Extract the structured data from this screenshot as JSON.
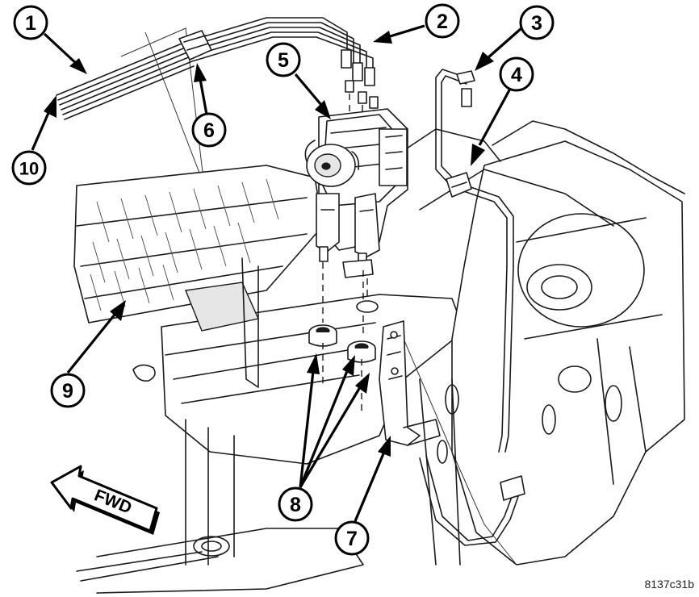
{
  "callouts": [
    {
      "id": "1",
      "label": "1"
    },
    {
      "id": "2",
      "label": "2"
    },
    {
      "id": "3",
      "label": "3"
    },
    {
      "id": "4",
      "label": "4"
    },
    {
      "id": "5",
      "label": "5"
    },
    {
      "id": "6",
      "label": "6"
    },
    {
      "id": "7",
      "label": "7"
    },
    {
      "id": "8",
      "label": "8"
    },
    {
      "id": "9",
      "label": "9"
    },
    {
      "id": "10",
      "label": "10"
    }
  ],
  "direction_arrow": {
    "label": "FWD"
  },
  "figure_code": "8137c31b",
  "colors": {
    "ink": "#000000",
    "paper": "#ffffff",
    "shade": "#e6e6e6"
  }
}
